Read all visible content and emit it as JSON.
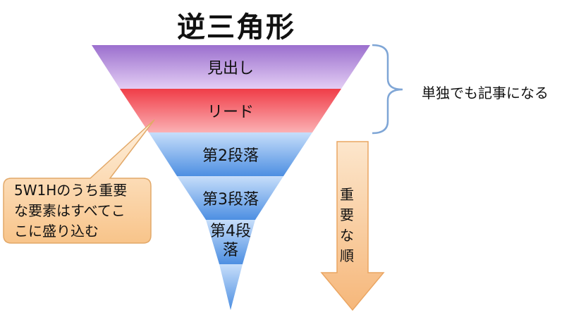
{
  "title": "逆三角形",
  "layers": [
    {
      "label": "見出し"
    },
    {
      "label": "リード"
    },
    {
      "label": "第2段落"
    },
    {
      "label": "第3段落"
    },
    {
      "label_line1": "第4段",
      "label_line2": "落"
    }
  ],
  "brace_label": "単独でも記事になる",
  "callout": {
    "line1": "5W1Hのうち重要",
    "line2": "な要素はすべてこ",
    "line3": "こに盛り込む"
  },
  "arrow": {
    "c1": "重",
    "c2": "要",
    "c3": "な",
    "c4": "順"
  },
  "colors": {
    "heading_purple": "#9b6fce",
    "lead_red": "#f2545b",
    "paragraph_blue": "#5b9be6",
    "callout_orange": "#fbd3a2",
    "brace_blue": "#7fa6d6"
  }
}
